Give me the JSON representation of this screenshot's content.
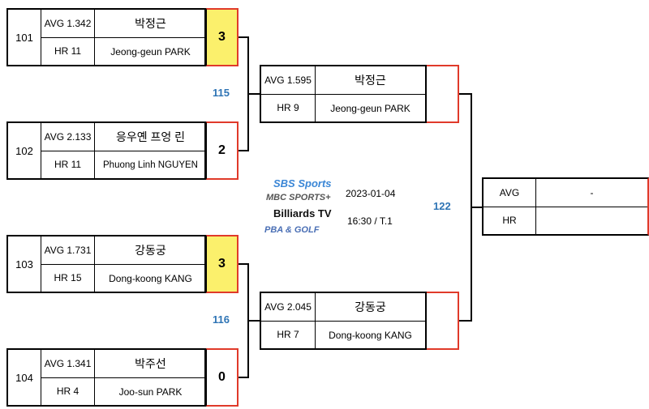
{
  "round1": [
    {
      "seed": "101",
      "avg": "AVG 1.342",
      "hr": "HR 11",
      "name_kr": "박정근",
      "name_en": "Jeong-geun PARK",
      "score": "3",
      "winner": true
    },
    {
      "seed": "102",
      "avg": "AVG 2.133",
      "hr": "HR 11",
      "name_kr": "응우옌 프엉 린",
      "name_en": "Phuong Linh NGUYEN",
      "score": "2",
      "winner": false
    },
    {
      "seed": "103",
      "avg": "AVG 1.731",
      "hr": "HR 15",
      "name_kr": "강동궁",
      "name_en": "Dong-koong KANG",
      "score": "3",
      "winner": true
    },
    {
      "seed": "104",
      "avg": "AVG 1.341",
      "hr": "HR 4",
      "name_kr": "박주선",
      "name_en": "Joo-sun PARK",
      "score": "0",
      "winner": false
    }
  ],
  "round2": [
    {
      "avg": "AVG 1.595",
      "hr": "HR 9",
      "name_kr": "박정근",
      "name_en": "Jeong-geun PARK"
    },
    {
      "avg": "AVG 2.045",
      "hr": "HR 7",
      "name_kr": "강동궁",
      "name_en": "Dong-koong KANG"
    }
  ],
  "final": {
    "avg": "AVG",
    "hr": "HR",
    "value": "-"
  },
  "match_numbers": {
    "m115": "115",
    "m116": "116",
    "m122": "122"
  },
  "info": {
    "date": "2023-01-04",
    "time": "16:30 / T.1"
  },
  "logos": {
    "sbs": "SBS Sports",
    "mbc": "MBC SPORTS+",
    "billiards": "Billiards TV",
    "pba": "PBA & GOLF"
  },
  "colors": {
    "winner_fill": "#fbf06c",
    "match_number": "#2e74b5",
    "bracket_red": "#e03a2a"
  }
}
